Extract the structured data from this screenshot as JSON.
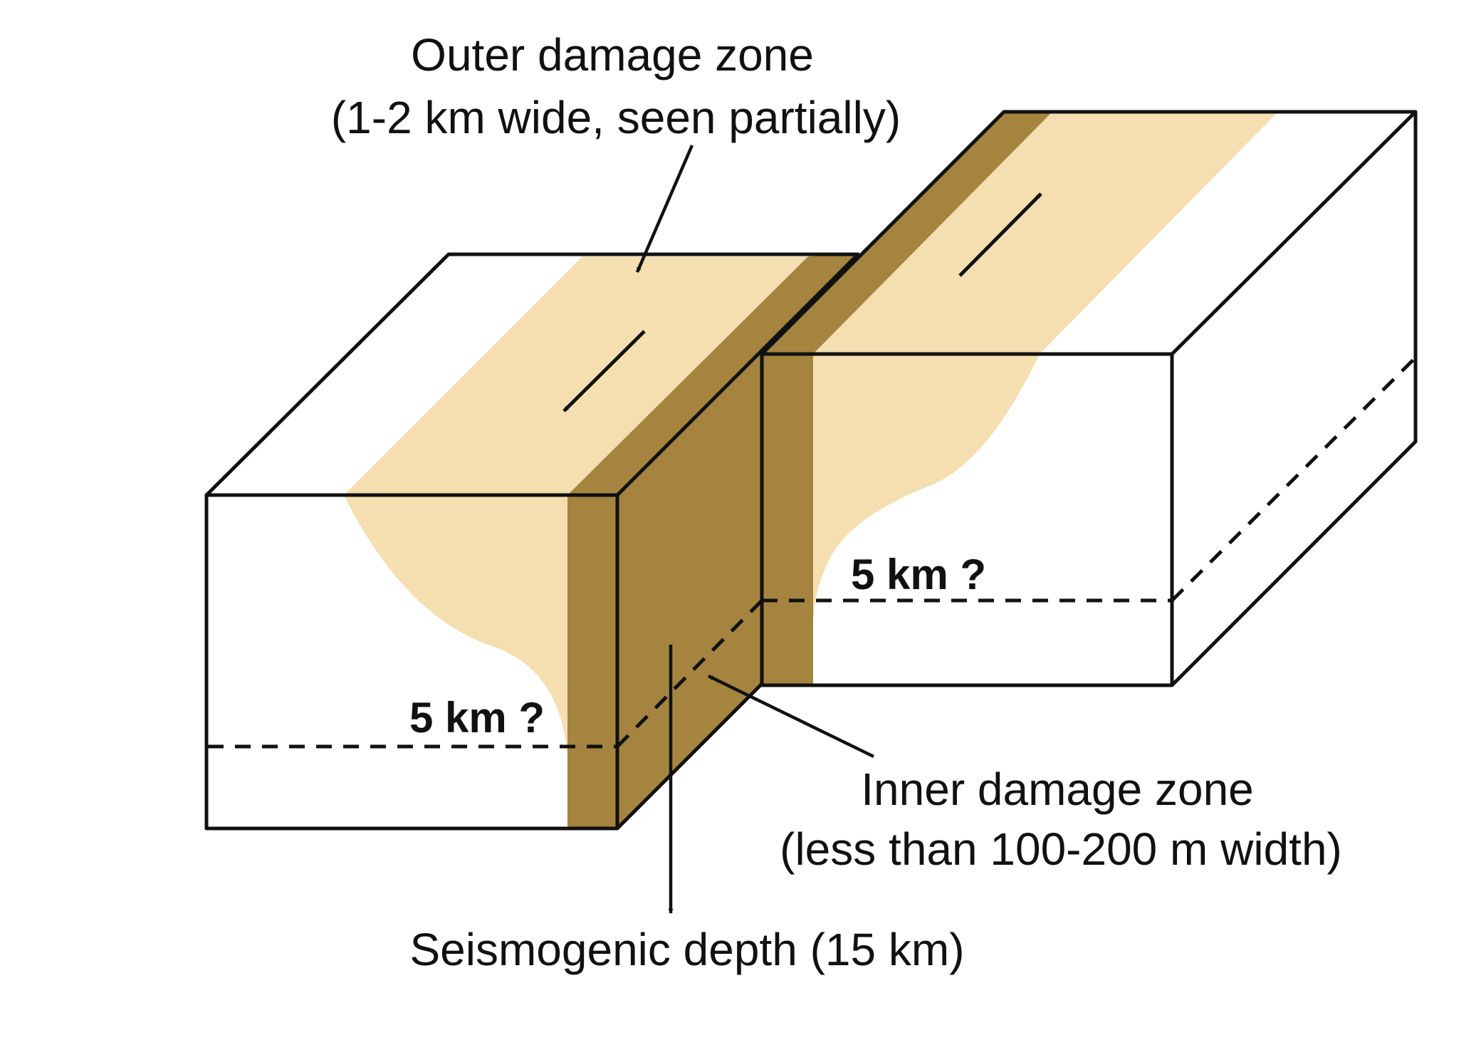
{
  "labels": {
    "outer_zone_line1": "Outer damage zone",
    "outer_zone_line2": "(1-2 km wide, seen partially)",
    "inner_zone_line1": "Inner damage zone",
    "inner_zone_line2": "(less than 100-200 m width)",
    "seismogenic_depth": "Seismogenic depth (15 km)",
    "depth_left": "5 km ?",
    "depth_right": "5 km ?"
  },
  "colors": {
    "outer_zone": "#f5deb0",
    "inner_zone": "#a5843f",
    "block_face": "#ffffff",
    "line": "#111111"
  }
}
